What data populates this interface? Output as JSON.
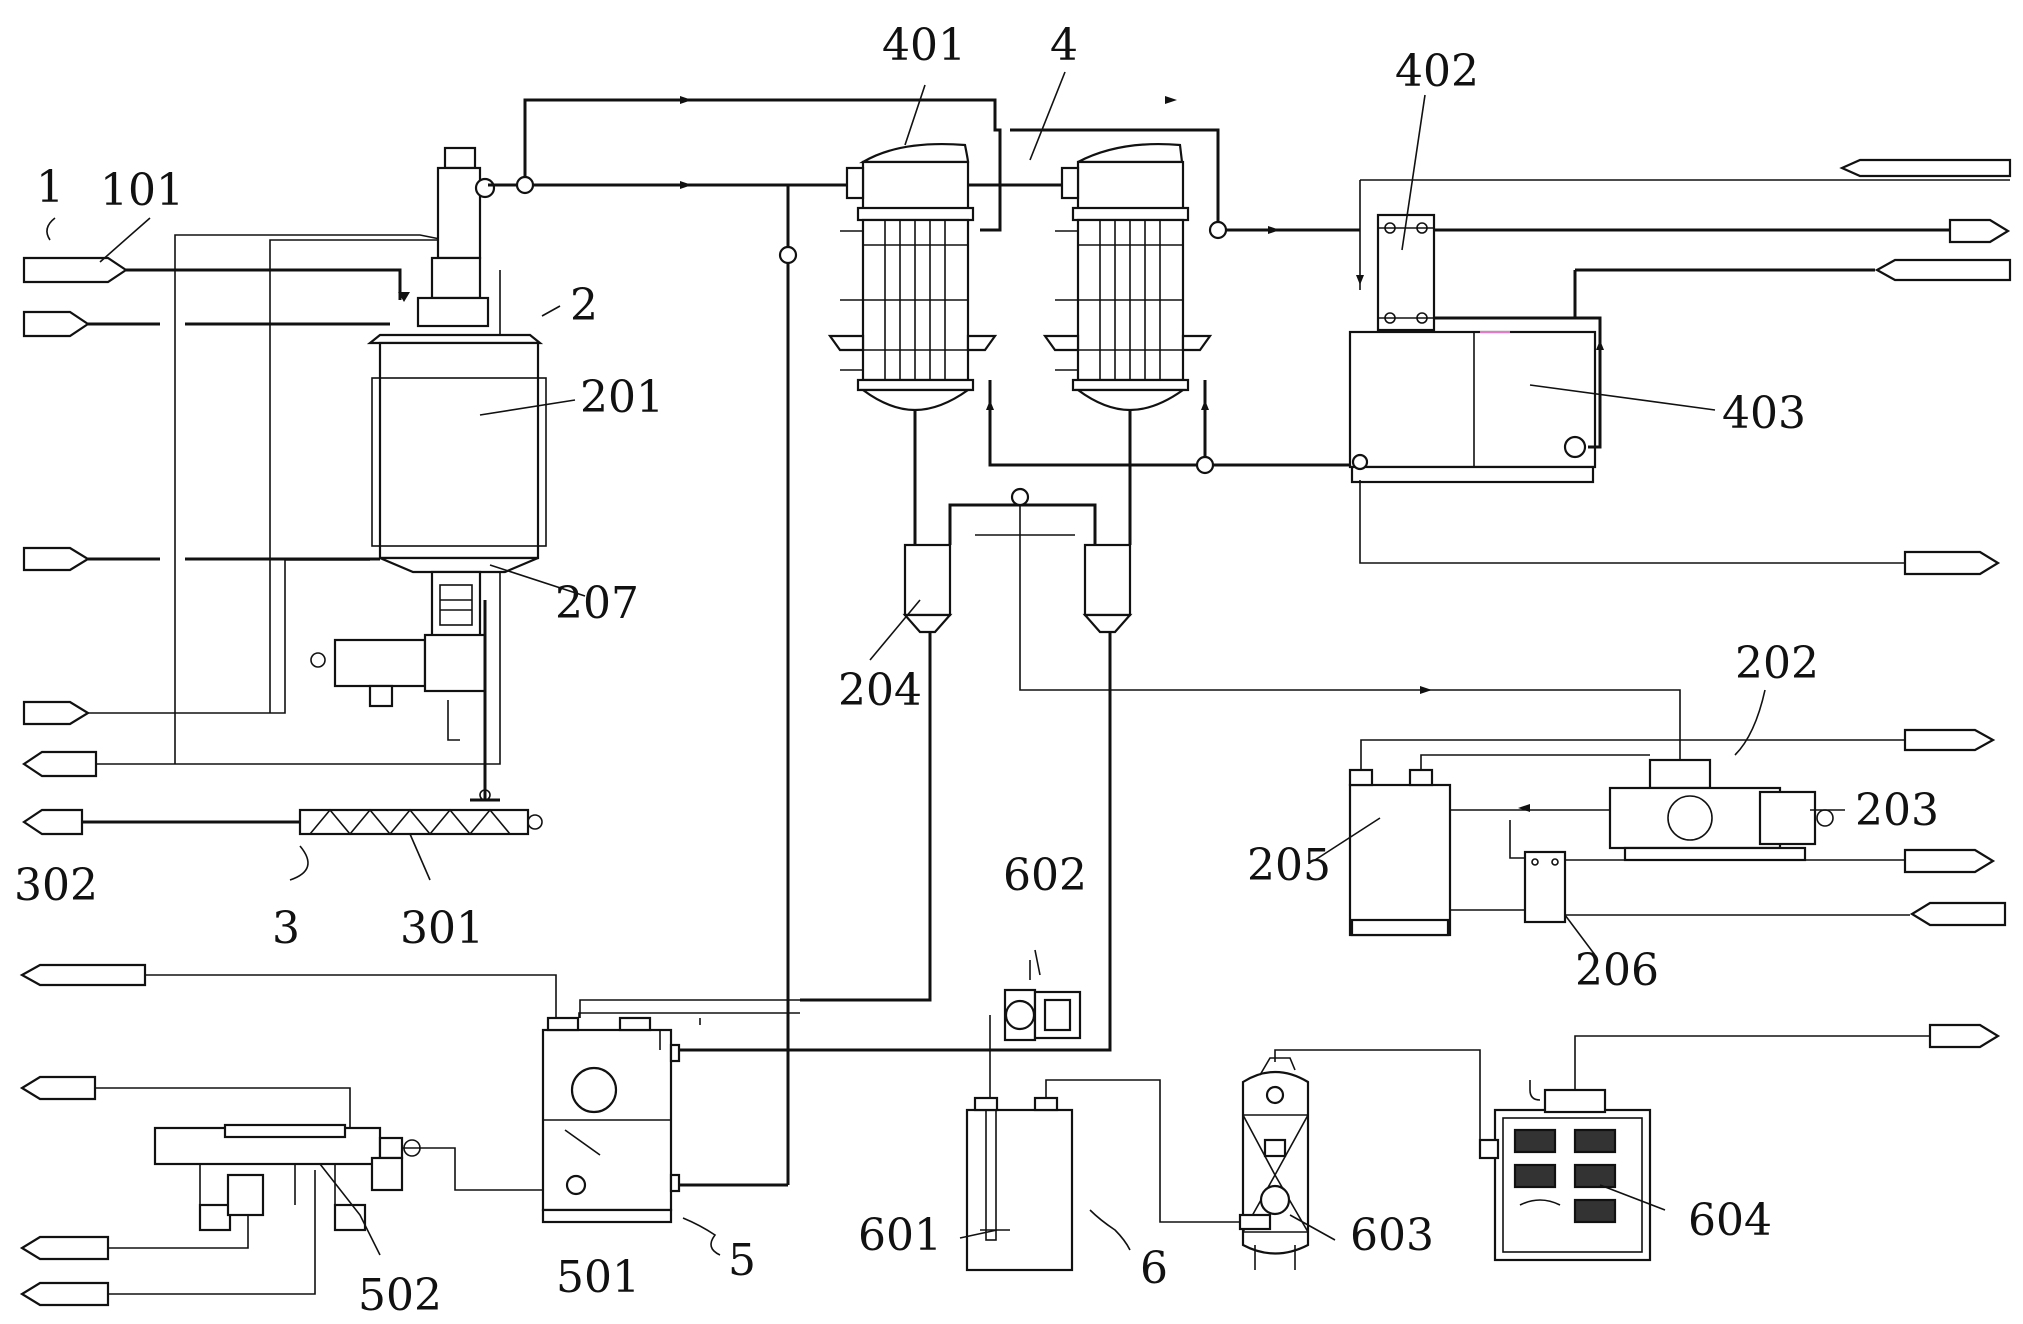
{
  "figure": {
    "background": "#ffffff",
    "line_color": "#111111",
    "accent_color": "#e37ac5"
  },
  "labels": {
    "l_1": "1",
    "l_101": "101",
    "l_2": "2",
    "l_201": "201",
    "l_207": "207",
    "l_302": "302",
    "l_3": "3",
    "l_301": "301",
    "l_401": "401",
    "l_4": "4",
    "l_402": "402",
    "l_403": "403",
    "l_204": "204",
    "l_202": "202",
    "l_203": "203",
    "l_205": "205",
    "l_206": "206",
    "l_602": "602",
    "l_601": "601",
    "l_6": "6",
    "l_603": "603",
    "l_604": "604",
    "l_501": "501",
    "l_5": "5",
    "l_502": "502"
  }
}
